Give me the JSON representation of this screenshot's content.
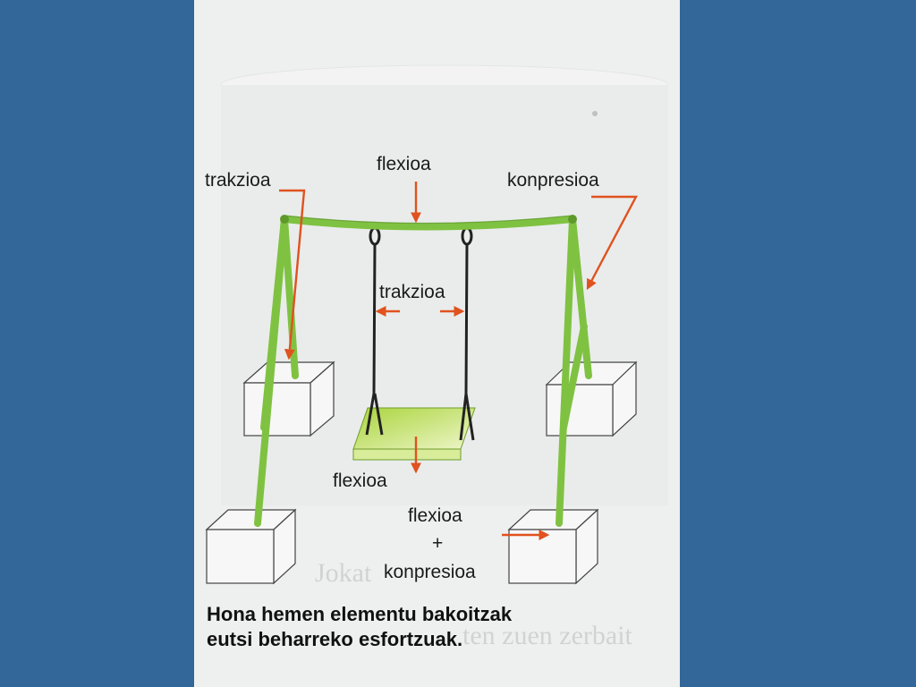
{
  "labels": {
    "trakzioa_top": "trakzioa",
    "flexioa_top": "flexioa",
    "konpresioa_top": "konpresioa",
    "trakzioa_mid": "trakzioa",
    "flexioa_seat": "flexioa",
    "flexioa_bottom": "flexioa",
    "plus": "+",
    "konpresioa_bottom": "konpresioa"
  },
  "caption": {
    "line1": "Hona hemen elementu bakoitzak",
    "line2": "eutsi beharreko esfortzuak."
  },
  "colors": {
    "background": "#336699",
    "page": "#eef0ef",
    "frame_green": "#7fc241",
    "arrow_red": "#e0521f",
    "seat_green": "#c7e466"
  }
}
